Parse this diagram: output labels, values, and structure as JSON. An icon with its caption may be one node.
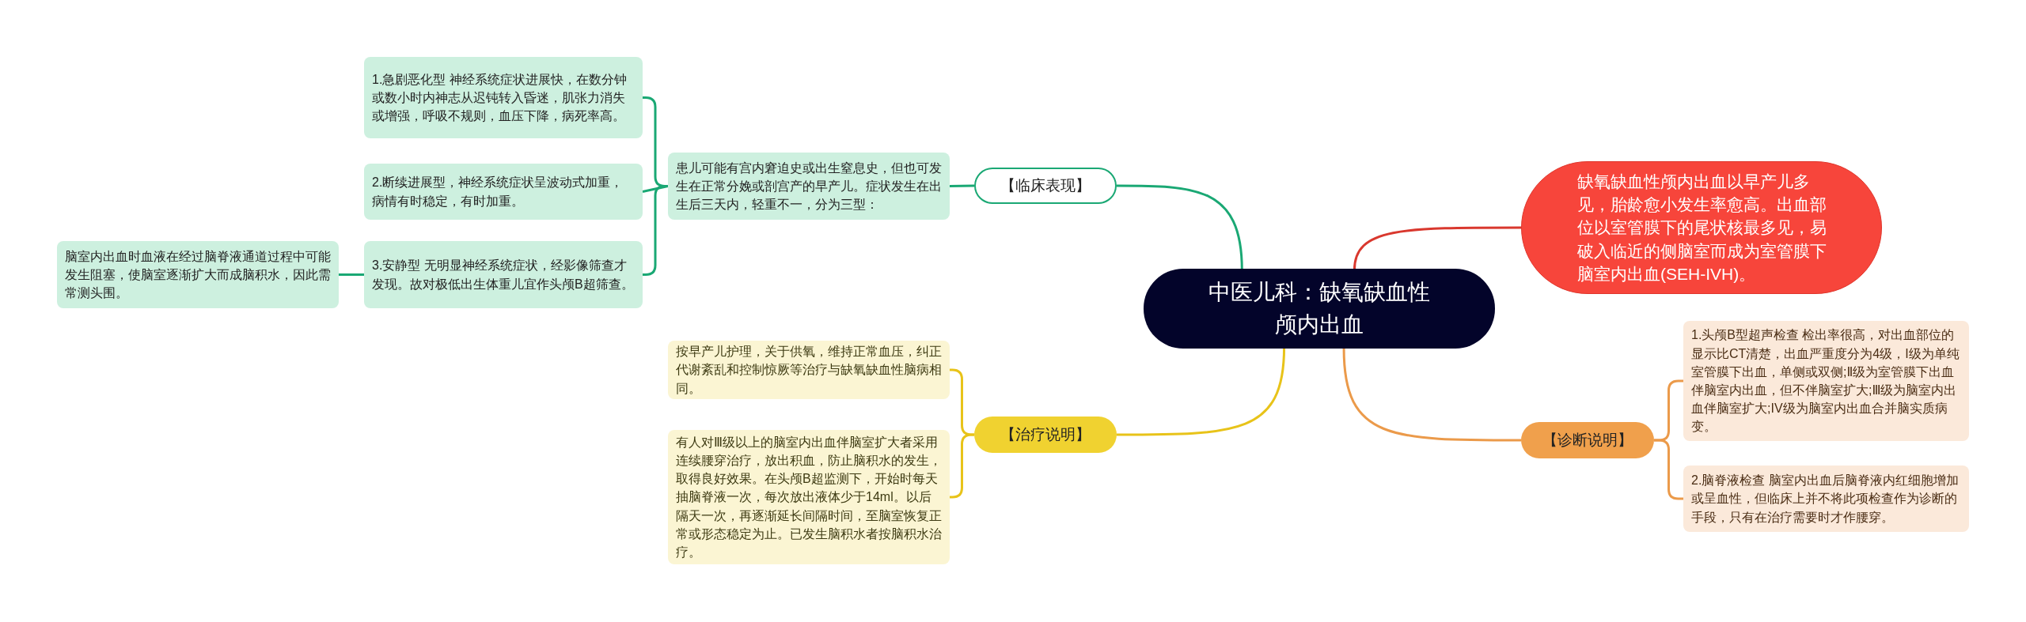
{
  "diagram": {
    "nodes": [
      {
        "text": [
          "中医儿科：缺氧缺血性颅内出血"
        ]
      },
      {
        "text": [
          "缺氧缺血性颅内出血以早产儿多见，胎龄愈小发生率愈高。出血部位以室管膜下的尾状核最多见，易破入临近的侧脑室而成为室管膜下脑室内出血(SEH-IVH)。"
        ]
      },
      {
        "text": [
          "【临床表现】"
        ]
      },
      {
        "text": [
          "患儿可能有宫内窘迫史或出生窒息史，但也可发生在正常分娩或剖宫产的早产儿。症状发生在出生后三天内，轻重不一，分为三型："
        ]
      },
      {
        "text": [
          "1.急剧恶化型 神经系统症状进展快，在数分钟或数小时内神志从迟钝转入昏迷，肌张力消失或增强，呼吸不规则，血压下降，病死率高。"
        ]
      },
      {
        "text": [
          "2.断续进展型，神经系统症状呈波动式加重，病情有时稳定，有时加重。"
        ]
      },
      {
        "text": [
          "3.安静型 无明显神经系统症状，经影像筛查才发现。故对极低出生体重儿宜作头颅B超筛查。"
        ]
      },
      {
        "text": [
          "脑室内出血时血液在经过脑脊液通道过程中可能发生阻塞，使脑室逐渐扩大而成脑积水，因此需常测头围。"
        ]
      },
      {
        "text": [
          "【治疗说明】"
        ]
      },
      {
        "text": [
          "按早产儿护理，关于供氧，维持正常血压，纠正代谢紊乱和控制惊厥等治疗与缺氧缺血性脑病相同。"
        ]
      },
      {
        "text": [
          "有人对Ⅲ级以上的脑室内出血伴脑室扩大者采用连续腰穿治疗，放出积血，防止脑积水的发生，取得良好效果。在头颅B超监测下，开始时每天抽脑脊液一次，每次放出液体少于14ml。以后隔天一次，再逐渐延长间隔时间，至脑室恢复正常或形态稳定为止。已发生脑积水者按脑积水治疗。"
        ]
      },
      {
        "text": [
          "【诊断说明】"
        ]
      },
      {
        "text": [
          "1.头颅B型超声检查 检出率很高，对出血部位的显示比CT清楚，出血严重度分为4级，I级为单纯室管膜下出血，单侧或双侧;Ⅱ级为室管膜下出血伴脑室内出血，但不伴脑室扩大;Ⅲ级为脑室内出血伴脑室扩大;IV级为脑室内出血合并脑实质病变。"
        ]
      },
      {
        "text": [
          "2.脑脊液检查 脑室内出血后脑脊液内红细胞增加或呈血性，但临床上并不将此项检查作为诊断的手段，只有在治疗需要时才作腰穿。"
        ]
      }
    ],
    "edges": [
      {
        "from": 0,
        "to": 1,
        "arrow": "none",
        "color": "#d9382e"
      },
      {
        "from": 0,
        "to": 2,
        "arrow": "none",
        "color": "#1aa874"
      },
      {
        "from": 2,
        "to": 3,
        "arrow": "none",
        "color": "#1aa874"
      },
      {
        "from": 3,
        "to": 4,
        "arrow": "none",
        "color": "#1aa874"
      },
      {
        "from": 3,
        "to": 5,
        "arrow": "none",
        "color": "#1aa874"
      },
      {
        "from": 3,
        "to": 6,
        "arrow": "none",
        "color": "#1aa874"
      },
      {
        "from": 6,
        "to": 7,
        "arrow": "none",
        "color": "#1aa874"
      },
      {
        "from": 0,
        "to": 8,
        "arrow": "none",
        "color": "#e8c319"
      },
      {
        "from": 8,
        "to": 9,
        "arrow": "none",
        "color": "#e8c319"
      },
      {
        "from": 8,
        "to": 10,
        "arrow": "none",
        "color": "#e8c319"
      },
      {
        "from": 0,
        "to": 11,
        "arrow": "none",
        "color": "#eb9a4a"
      },
      {
        "from": 11,
        "to": 12,
        "arrow": "none",
        "color": "#eb9a4a"
      },
      {
        "from": 11,
        "to": 13,
        "arrow": "none",
        "color": "#eb9a4a"
      }
    ]
  }
}
